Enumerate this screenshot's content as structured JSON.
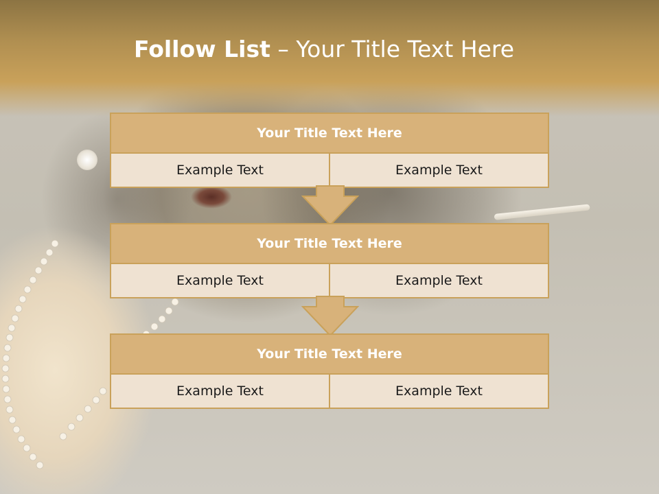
{
  "slide": {
    "title_bold": "Follow List",
    "title_rest": "  – Your Title Text Here"
  },
  "steps": [
    {
      "title": "Your Title Text Here",
      "left": "Example Text",
      "right": "Example Text"
    },
    {
      "title": "Your Title Text Here",
      "left": "Example Text",
      "right": "Example Text"
    },
    {
      "title": "Your Title Text Here",
      "left": "Example Text",
      "right": "Example Text"
    }
  ],
  "colors": {
    "accent": "#c9a15a",
    "box_header": "#d8b27a",
    "box_body": "#efe2d2"
  }
}
